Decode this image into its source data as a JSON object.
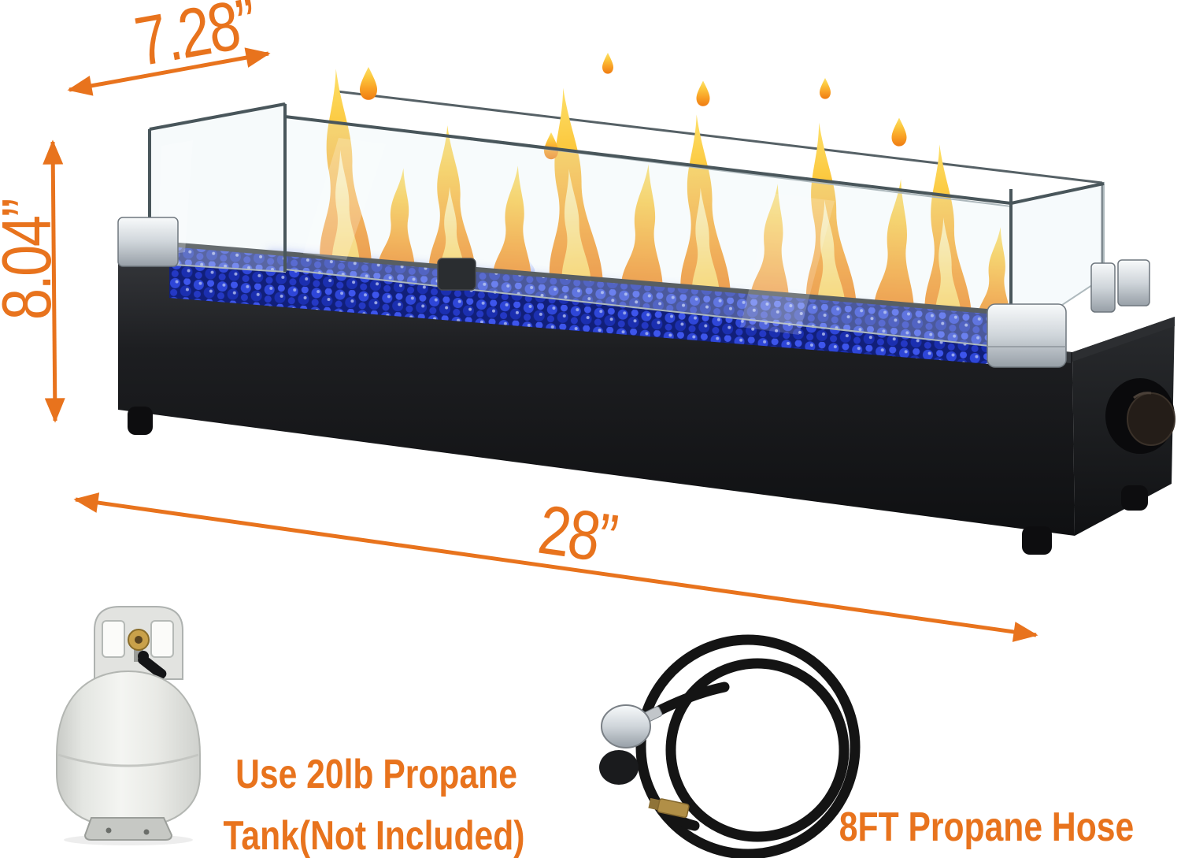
{
  "annotations": {
    "top_width": {
      "label": "7.28”"
    },
    "height": {
      "label": "8.04”"
    },
    "length": {
      "label": "28”"
    }
  },
  "captions": {
    "tank": {
      "line1": "Use 20lb Propane",
      "line2": "Tank(Not Included)"
    },
    "hose": {
      "label": "8FT Propane Hose"
    }
  },
  "illustrations": {
    "main": "tabletop-fire-pit-illustration",
    "parts": [
      "glass-wind-guard",
      "flames",
      "blue-fire-glass-beads",
      "black-base-box",
      "gas-control-knob",
      "rubber-feet",
      "chrome-corner-brackets",
      "propane-tank-illustration",
      "propane-hose-coil-illustration",
      "hose-regulator",
      "brass-hose-fitting"
    ]
  },
  "colors": {
    "accent_orange": "#E8731D",
    "flame_orange": "#F08A18",
    "flame_yellow": "#FDD24F",
    "flame_core": "#FFEDB0",
    "fire_glass_blue": "#2336C8",
    "box_black": "#1B1C1E",
    "chrome": "#C7CDD3",
    "tank_white": "#EDEEEA",
    "hose_black": "#141414"
  }
}
